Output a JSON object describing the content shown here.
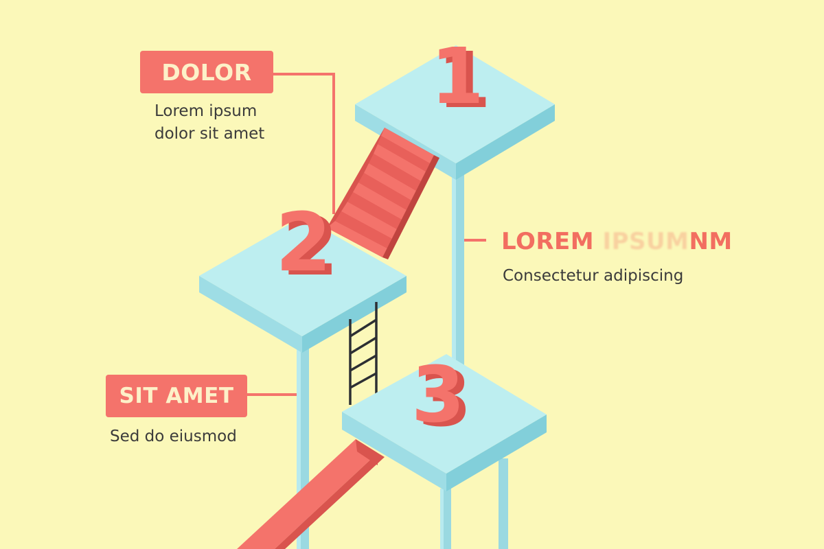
{
  "steps": [
    {
      "number": "1"
    },
    {
      "number": "2"
    },
    {
      "number": "3"
    }
  ],
  "labels": {
    "dolor": {
      "title": "DOLOR",
      "lines": [
        "Lorem ipsum",
        "dolor sit amet"
      ]
    },
    "lorem": {
      "title_visible": "LOREM",
      "title_faded": " IPSUM",
      "title_tail": "NM",
      "text": "Consectetur adipiscing"
    },
    "sit_amet": {
      "title": "SIT AMET",
      "text": "Sed do eiusmod"
    }
  },
  "colors": {
    "background": "#fbf8b9",
    "platform_top": "#bdeef0",
    "platform_side": "#92d9e2",
    "accent": "#f4736b",
    "accent_dark": "#d9544e",
    "text": "#3b3b3b"
  }
}
